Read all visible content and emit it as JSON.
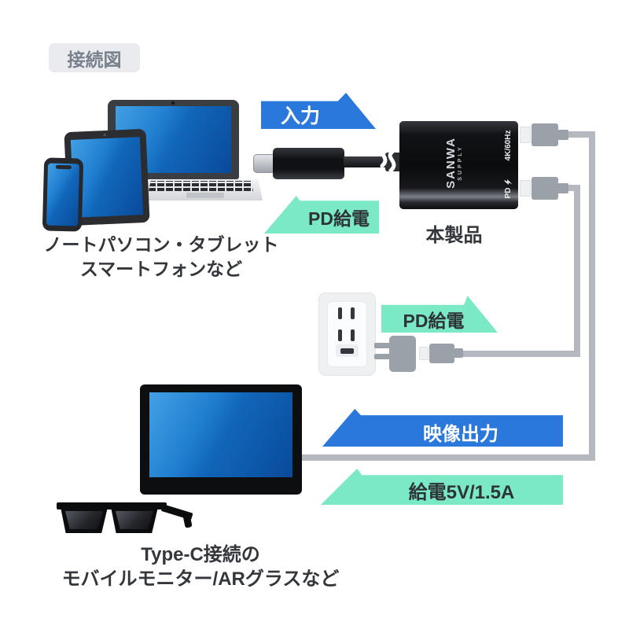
{
  "badge": {
    "label": "接続図"
  },
  "source": {
    "caption1": "ノートパソコン・タブレット",
    "caption2": "スマートフォンなど"
  },
  "arrows": {
    "input": {
      "label": "入力",
      "direction": "right",
      "color": "#2b78dd"
    },
    "pd_left": {
      "label": "PD給電",
      "direction": "left",
      "color": "#7be9c6"
    },
    "pd_right": {
      "label": "PD給電",
      "direction": "right",
      "color": "#7be9c6"
    },
    "video_out": {
      "label": "映像出力",
      "direction": "left",
      "color": "#2b78dd"
    },
    "power_out": {
      "label": "給電5V/1.5A",
      "direction": "left",
      "color": "#7be9c6"
    }
  },
  "product": {
    "caption": "本製品",
    "brand1": "SANWA",
    "brand2": "SUPPLY",
    "label_top": "4K/60Hz",
    "label_bottom": "PD"
  },
  "sink": {
    "caption1": "Type-C接続の",
    "caption2": "モバイルモニター/ARグラスなど"
  },
  "colors": {
    "arrow_blue": "#2b78dd",
    "arrow_mint": "#7be9c6",
    "cable_gray": "#b5b9bf",
    "connector_gray": "#9ba1a8",
    "screen_blue": "#1166ba",
    "text_dark": "#33373c",
    "badge_bg": "#e9ebee"
  }
}
